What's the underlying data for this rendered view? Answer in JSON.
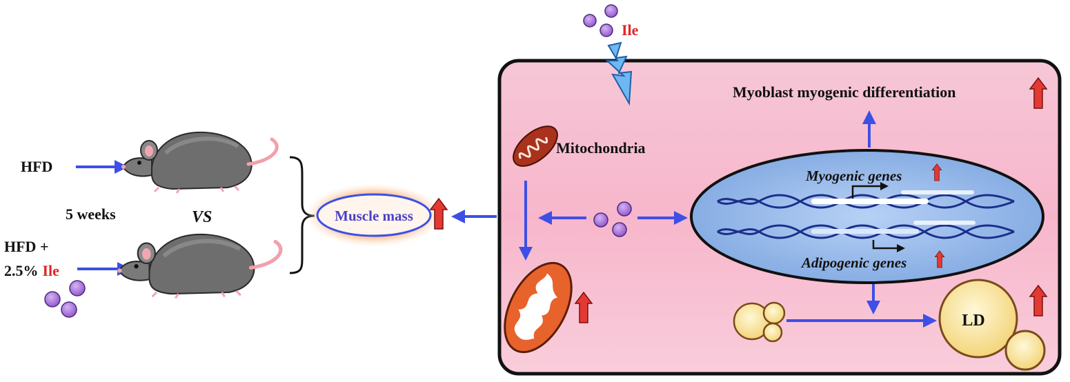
{
  "left": {
    "group1_label": "HFD",
    "duration_label": "5 weeks",
    "vs_label": "VS",
    "group2_label_line1": "HFD +",
    "group2_label_line2_prefix": "2.5%",
    "group2_label_line2_suffix": "Ile",
    "outcome_label": "Muscle mass"
  },
  "cell": {
    "ile_label": "Ile",
    "differentiation_label": "Myoblast myogenic differentiation",
    "mitochondria_label": "Mitochondria",
    "myogenic_genes_label": "Myogenic genes",
    "adipogenic_genes_label": "Adipogenic genes",
    "lipid_droplet_label": "LD"
  },
  "colors": {
    "arrow_blue": "#3d4fe6",
    "up_red": "#e23a32",
    "ile_red": "#e02626",
    "cell_pink": "#f7bfd0",
    "nucleus_blue": "#8db4e8",
    "amino_acid_purple": "#a470d6",
    "lipid_yellow": "#f8e39a",
    "mito_orange": "#e8622c"
  }
}
